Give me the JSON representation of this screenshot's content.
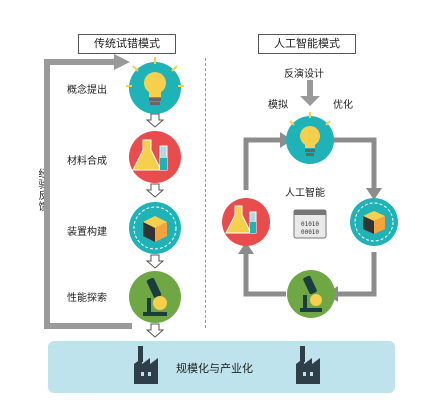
{
  "left": {
    "title": "传统试错模式",
    "steps": [
      "概念提出",
      "材料合成",
      "装置构建",
      "性能探索"
    ],
    "feedback_label": "经验反馈"
  },
  "right": {
    "title": "人工智能模式",
    "inverse_design": "反演设计",
    "simulate": "模拟",
    "optimize": "优化",
    "center_label": "人工智能",
    "code_text": [
      "01010",
      "00010"
    ]
  },
  "bottom": {
    "label": "规模化与产业化"
  },
  "colors": {
    "teal": "#1fb3b8",
    "red": "#e84c4c",
    "green": "#6fa745",
    "yellow": "#f6d04d",
    "band": "#bfe3ec",
    "arrow_gray": "#8c8c8c"
  }
}
